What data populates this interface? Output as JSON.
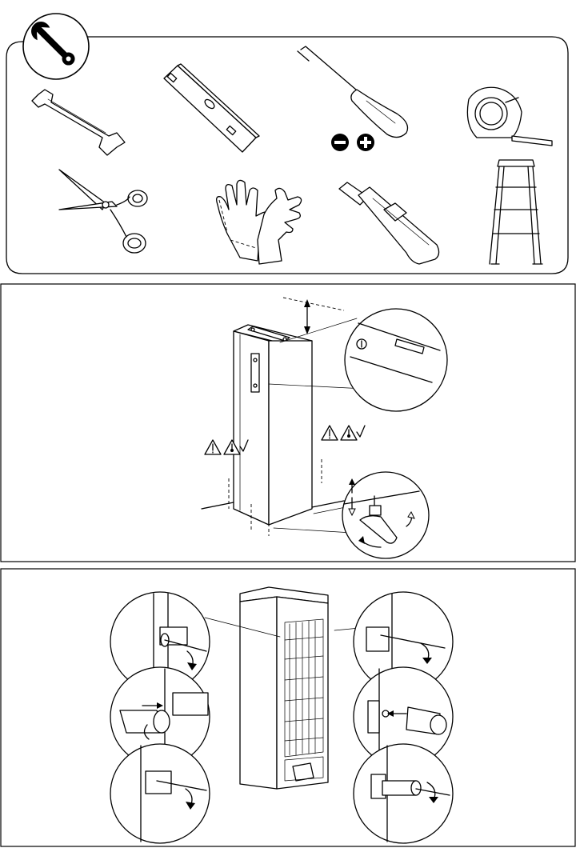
{
  "tools_panel": {
    "header_icon": "wrench-icon",
    "tools": [
      {
        "name": "open-end-spanner",
        "icon": "spanner-icon"
      },
      {
        "name": "spirit-level",
        "icon": "spirit-level-icon"
      },
      {
        "name": "screwdriver",
        "icon": "screwdriver-icon",
        "badges": [
          "flat-head-icon",
          "cross-head-icon"
        ]
      },
      {
        "name": "tape-measure",
        "icon": "tape-measure-icon"
      },
      {
        "name": "scissors",
        "icon": "scissors-icon"
      },
      {
        "name": "gloves",
        "icon": "gloves-icon"
      },
      {
        "name": "cutter-knife",
        "icon": "cutter-knife-icon"
      },
      {
        "name": "step-ladder",
        "icon": "ladder-icon"
      }
    ]
  },
  "leveling_panel": {
    "icons": [
      "warning-icon",
      "temperature-icon",
      "check-icon",
      "spirit-level-icon",
      "adjustable-foot-icon",
      "rotate-arrow-icon"
    ]
  },
  "mounting_panel": {
    "icons": [
      "appliance-back-icon",
      "screw-icon",
      "spacer-icon",
      "rotate-arrow-icon"
    ]
  },
  "colors": {
    "line": "#000000",
    "background": "#ffffff"
  }
}
